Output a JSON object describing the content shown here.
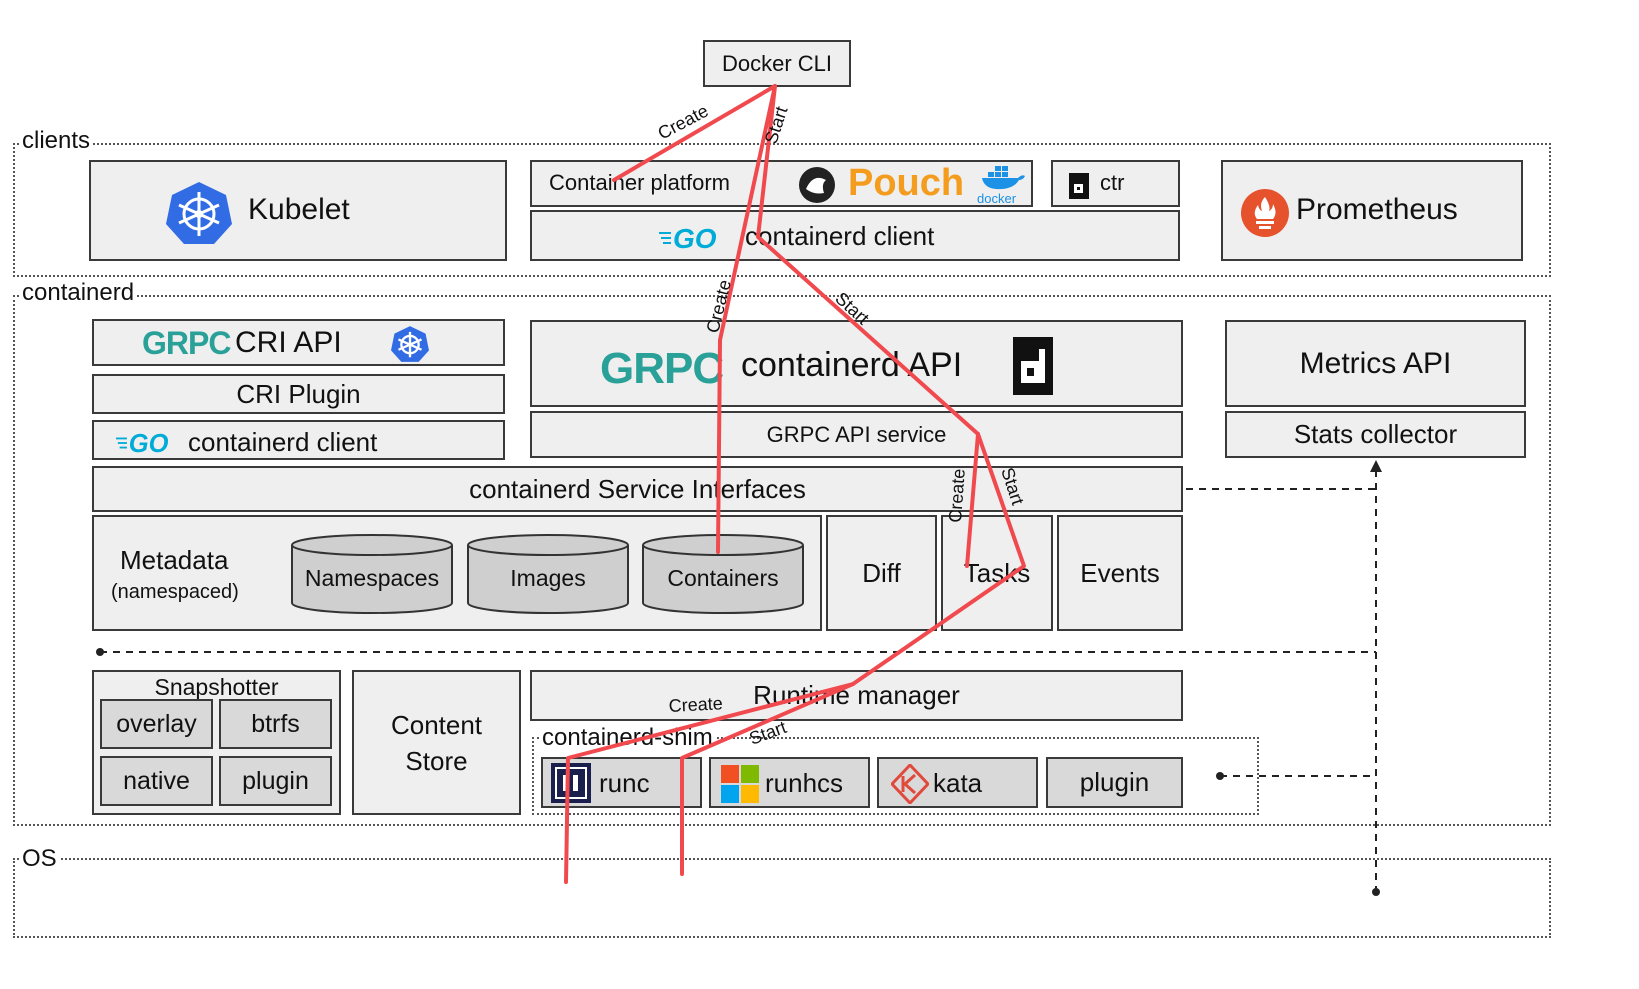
{
  "top": {
    "docker_cli": "Docker CLI"
  },
  "groups": {
    "clients": "clients",
    "containerd": "containerd",
    "os": "OS",
    "shim": "containerd-shim"
  },
  "clients": {
    "kubelet": "Kubelet",
    "container_platform": "Container platform",
    "pouch": "Pouch",
    "docker_caption": "docker",
    "ctr": "ctr",
    "go_client": "containerd client",
    "prometheus": "Prometheus"
  },
  "containerd": {
    "cri_api": "CRI API",
    "cri_plugin": "CRI Plugin",
    "cri_go_client": "containerd client",
    "containerd_api": "containerd API",
    "grpc_service": "GRPC API service",
    "metrics_api": "Metrics API",
    "stats_collector": "Stats collector",
    "service_interfaces": "containerd Service Interfaces",
    "metadata": "Metadata",
    "namespaced": "(namespaced)",
    "namespaces": "Namespaces",
    "images": "Images",
    "containers": "Containers",
    "diff": "Diff",
    "tasks": "Tasks",
    "events": "Events",
    "snapshotter": "Snapshotter",
    "overlay": "overlay",
    "btrfs": "btrfs",
    "native": "native",
    "snap_plugin": "plugin",
    "content": "Content",
    "store": "Store",
    "runtime_manager": "Runtime manager",
    "runc": "runc",
    "runhcs": "runhcs",
    "kata": "kata",
    "shim_plugin": "plugin"
  },
  "logo_text": {
    "grpc": "GRPC",
    "go": "GO"
  },
  "flow_labels": {
    "create1": "Create",
    "start1": "Start",
    "create2": "Create",
    "start2": "Start",
    "create3": "Create",
    "start3": "Start",
    "create4": "Create",
    "start4": "Start"
  },
  "colors": {
    "flow": "#f04a4f",
    "box_fill": "#efefef",
    "cyl_fill": "#cfcfcf",
    "pouch": "#f39c1d",
    "k8s": "#326ce5",
    "prom": "#e6522c",
    "grpc": "#2aa198",
    "go": "#00acd7"
  },
  "icons": [
    "kubernetes-icon",
    "pouch-icon",
    "docker-whale-icon",
    "ctr-icon",
    "prometheus-icon",
    "go-logo",
    "grpc-logo",
    "containerd-icon",
    "runc-icon",
    "windows-icon",
    "kata-icon"
  ]
}
